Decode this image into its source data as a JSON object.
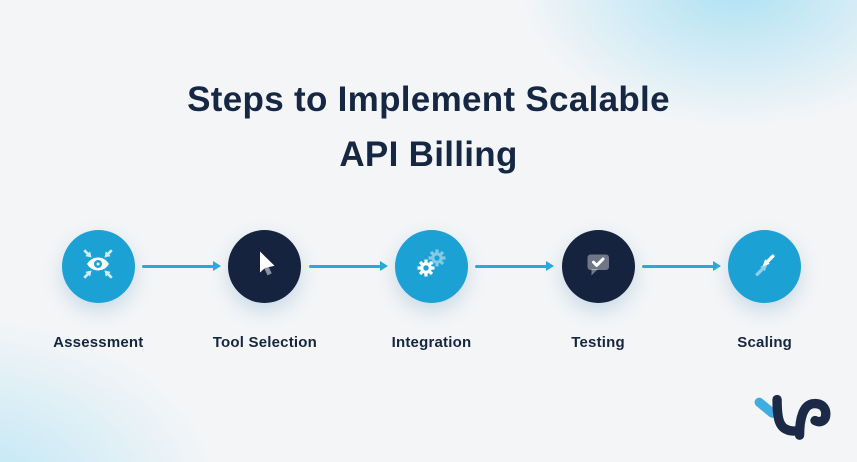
{
  "title": {
    "line1": "Steps to Implement Scalable",
    "line2": "API Billing"
  },
  "steps": [
    {
      "label": "Assessment",
      "icon": "focus-eye-icon",
      "variant": "light"
    },
    {
      "label": "Tool Selection",
      "icon": "cursor-pointer-icon",
      "variant": "dark"
    },
    {
      "label": "Integration",
      "icon": "gears-icon",
      "variant": "light"
    },
    {
      "label": "Testing",
      "icon": "chat-checkmark-icon",
      "variant": "dark"
    },
    {
      "label": "Scaling",
      "icon": "converging-arrows-icon",
      "variant": "light"
    }
  ],
  "colors": {
    "accent_blue": "#1ba1d4",
    "dark_navy": "#15233e",
    "arrow_blue": "#2aa7db",
    "title_text": "#152743",
    "background": "#f3f5f7"
  },
  "brand": {
    "logo": "tro-logo"
  }
}
